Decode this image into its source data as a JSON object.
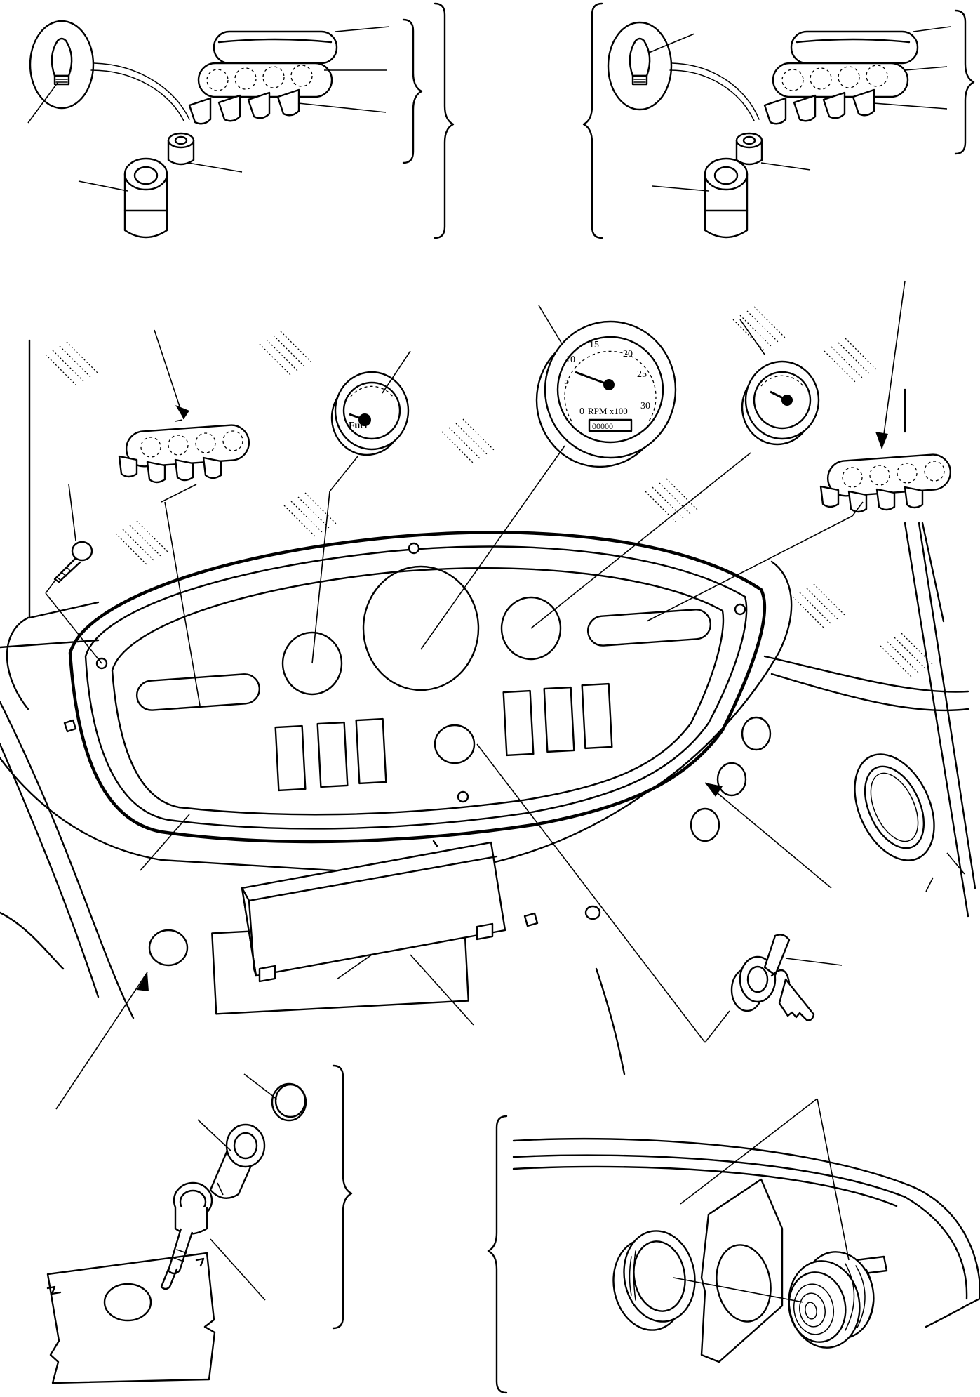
{
  "tachometer": {
    "scale_labels": [
      "0",
      "5",
      "10",
      "15",
      "20",
      "25",
      "30"
    ],
    "unit_label": "RPM x100",
    "hour_counter": "00000"
  },
  "gauge_small_left": {
    "label": "Fuel"
  },
  "colors": {
    "ink": "#000000",
    "paper": "#ffffff"
  },
  "icons": [
    "bulb-icon",
    "switch-block-icon",
    "gauge-icon",
    "tachometer-icon",
    "ignition-key-icon",
    "screw-icon",
    "lighter-icon",
    "arrow-icon",
    "brace-icon"
  ]
}
